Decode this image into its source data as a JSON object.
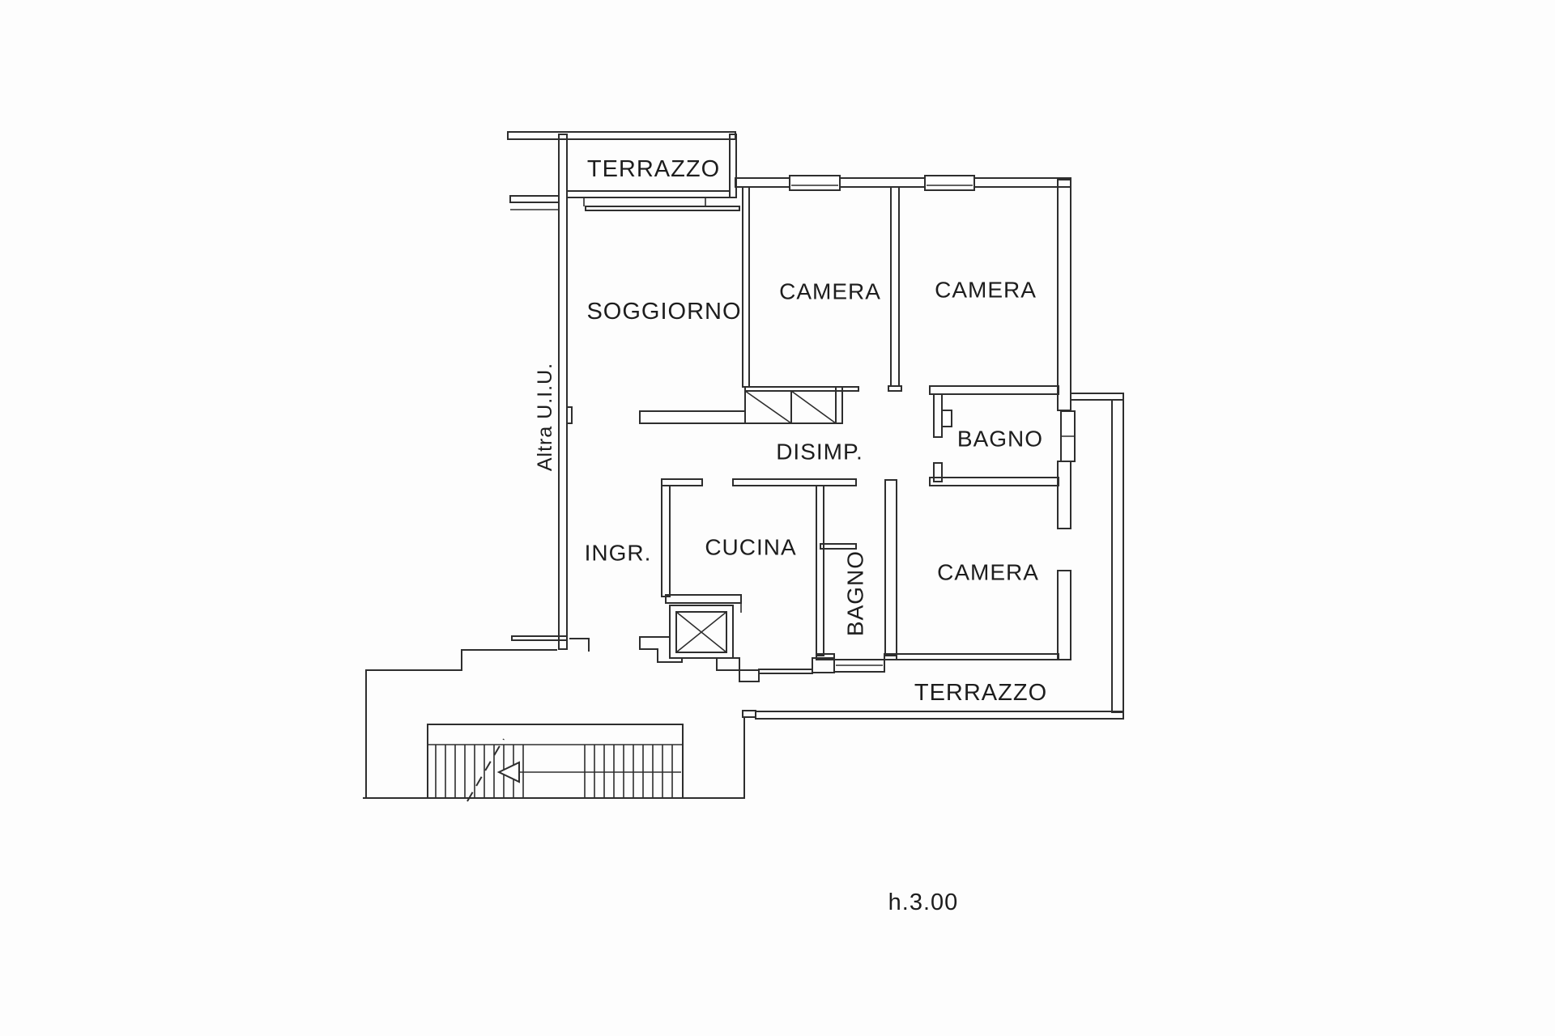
{
  "page": {
    "background": "#fdfdfd",
    "line_color": "#2e2e2e",
    "text_color": "#1d1d1d"
  },
  "plan": {
    "rooms": [
      {
        "id": "terrazzo-top",
        "label": "TERRAZZO"
      },
      {
        "id": "soggiorno",
        "label": "SOGGIORNO"
      },
      {
        "id": "camera-1",
        "label": "CAMERA"
      },
      {
        "id": "camera-2",
        "label": "CAMERA"
      },
      {
        "id": "bagno-1",
        "label": "BAGNO"
      },
      {
        "id": "disimpegno",
        "label": "DISIMP."
      },
      {
        "id": "ingresso",
        "label": "INGR."
      },
      {
        "id": "cucina",
        "label": "CUCINA"
      },
      {
        "id": "bagno-2",
        "label": "BAGNO"
      },
      {
        "id": "camera-3",
        "label": "CAMERA"
      },
      {
        "id": "terrazzo-bottom",
        "label": "TERRAZZO"
      }
    ],
    "annotations": {
      "other_unit": {
        "label": "Altra U.I.U."
      },
      "ceiling_height": {
        "label": "h.3.00"
      }
    }
  }
}
